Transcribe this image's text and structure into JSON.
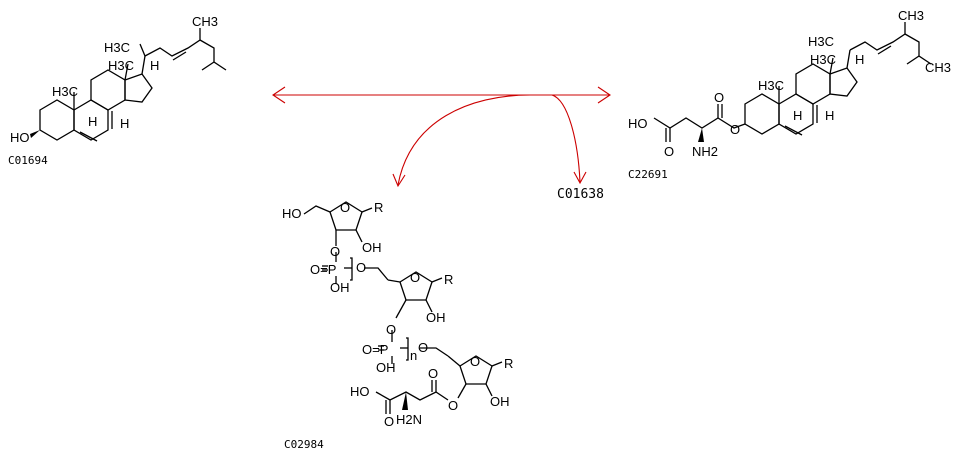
{
  "compounds": {
    "left": {
      "id": "C01694"
    },
    "right": {
      "id": "C22691"
    },
    "mid": {
      "id": "C01638"
    },
    "bottom": {
      "id": "C02984"
    }
  },
  "atoms": {
    "ho": "HO",
    "h3c": "H3C",
    "ch3": "CH3",
    "h": "H",
    "oh": "OH",
    "o": "O",
    "p": "P",
    "r": "R",
    "n": "n",
    "nh2": "NH2",
    "h2n": "H2N",
    "o_eq_p": "O=P"
  },
  "colors": {
    "reaction_arrow": "#cc0000",
    "structure": "#000000"
  }
}
